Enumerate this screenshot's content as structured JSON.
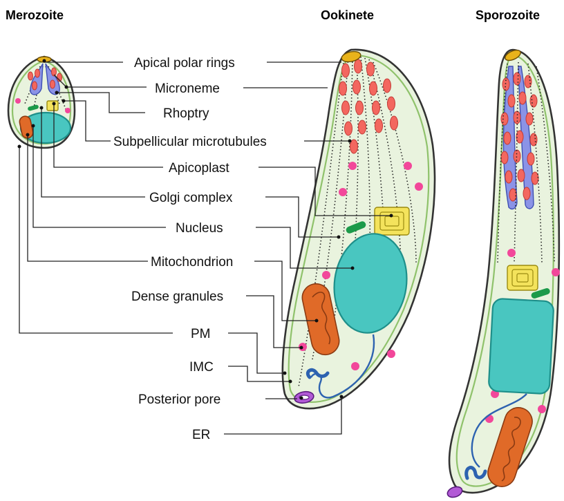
{
  "titles": {
    "merozoite": "Merozoite",
    "ookinete": "Ookinete",
    "sporozoite": "Sporozoite"
  },
  "labels": {
    "apical_polar_rings": "Apical polar rings",
    "microneme": "Microneme",
    "rhoptry": "Rhoptry",
    "subpellicular_microtubules": "Subpellicular microtubules",
    "apicoplast": "Apicoplast",
    "golgi_complex": "Golgi complex",
    "nucleus": "Nucleus",
    "mitochondrion": "Mitochondrion",
    "dense_granules": "Dense granules",
    "pm": "PM",
    "imc": "IMC",
    "posterior_pore": "Posterior pore",
    "er": "ER"
  },
  "colors": {
    "cytoplasm": "#e9f3de",
    "nucleus": "#49c6c0",
    "microneme": "#f3675f",
    "dense_granules": "#f2479a",
    "rhoptry": "#8b93e6",
    "golgi": "#f4e35c",
    "apicoplast": "#1c9a4a",
    "mitochondrion": "#e06a28",
    "er": "#2d62b0",
    "apical_polar_rings": "#e8b31b",
    "posterior_pore": "#b25ad6"
  }
}
